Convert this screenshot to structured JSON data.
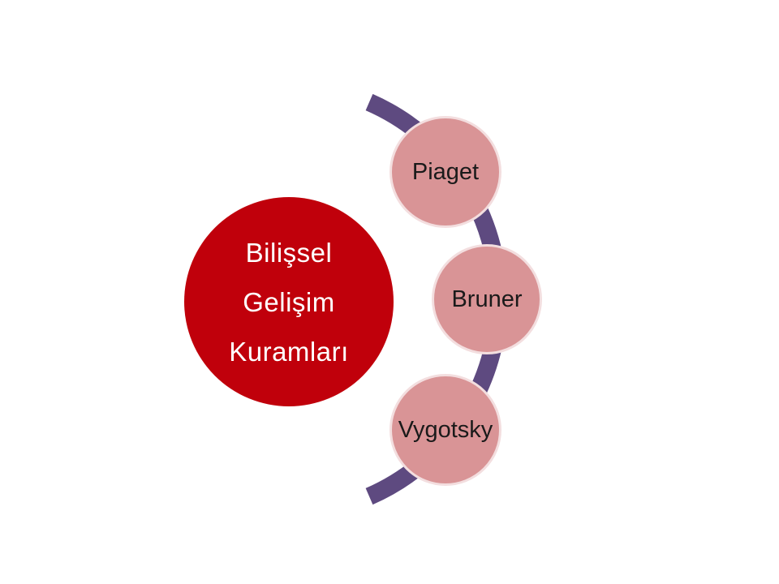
{
  "diagram": {
    "center_label_lines": [
      "Bilişsel",
      "Gelişim",
      "Kuramları"
    ],
    "nodes": [
      {
        "label": "Piaget"
      },
      {
        "label": "Bruner"
      },
      {
        "label": "Vygotsky"
      }
    ]
  },
  "colors": {
    "center_fill": "#c0000b",
    "node_fill": "#d99496",
    "node_border": "#f3dedf",
    "arc": "#5e4a80",
    "background": "#ffffff"
  }
}
